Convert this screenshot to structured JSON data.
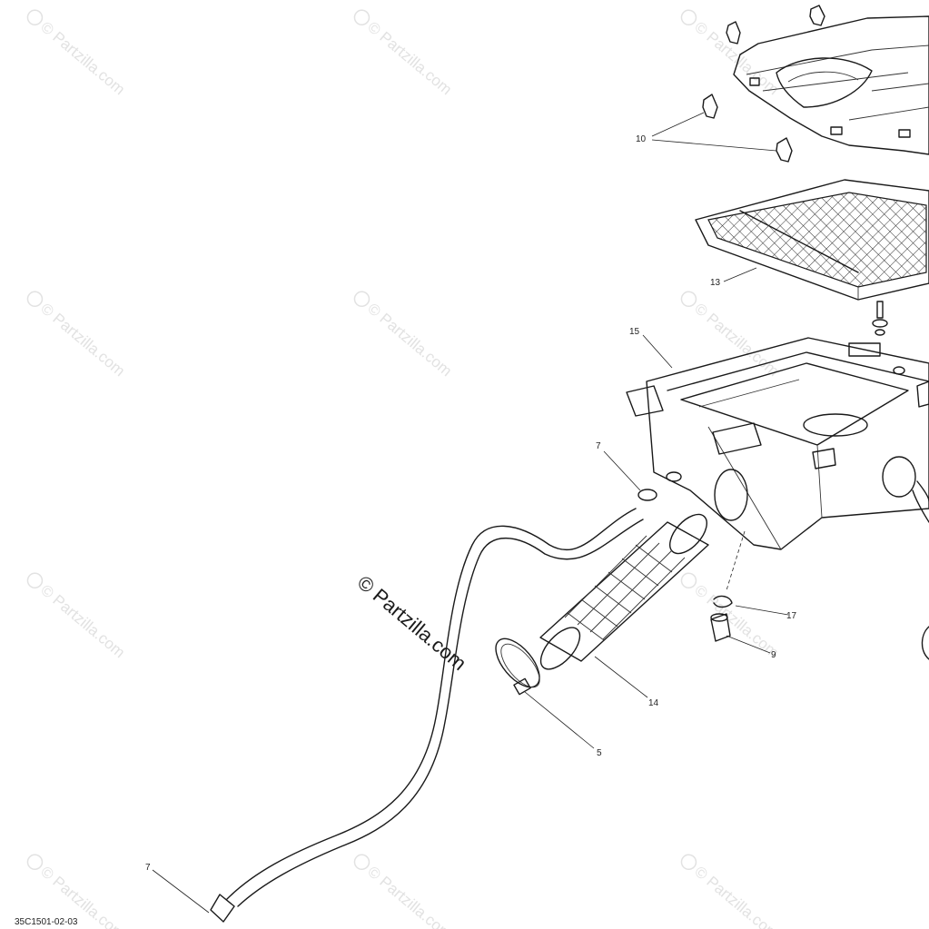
{
  "diagram": {
    "watermark_text": "© Partzilla.com",
    "center_watermark_text": "© Partzilla.com",
    "figure_code": "35C1501-02-03",
    "callouts": {
      "c10": "10",
      "c13": "13",
      "c15": "15",
      "c7a": "7",
      "c17": "17",
      "c9": "9",
      "c14": "14",
      "c5": "5",
      "c7b": "7"
    }
  }
}
